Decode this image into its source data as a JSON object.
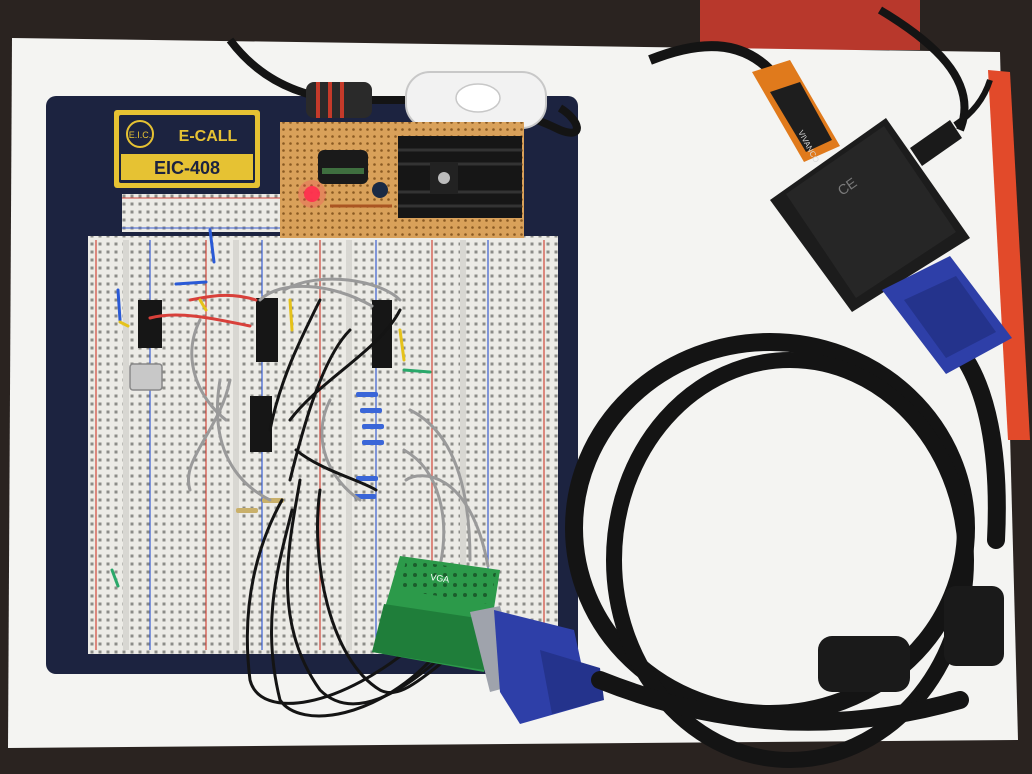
{
  "breadboard": {
    "brand_initials": "E.I.C.",
    "brand_name": "E-CALL",
    "model": "EIC-408"
  },
  "vga_adapter": {
    "cable_label": "VIVANCO",
    "ce_mark": "CE"
  },
  "terminal_block": {
    "label": "VGA"
  },
  "colors": {
    "table": "#2a2320",
    "paper": "#f4f4f2",
    "board_frame": "#1c2340",
    "board_plastic": "#ecebe6",
    "vga_blue": "#2e3fa8",
    "pcb_green": "#2c9a4a",
    "perfboard": "#d9a15a",
    "cable_black": "#141414"
  }
}
